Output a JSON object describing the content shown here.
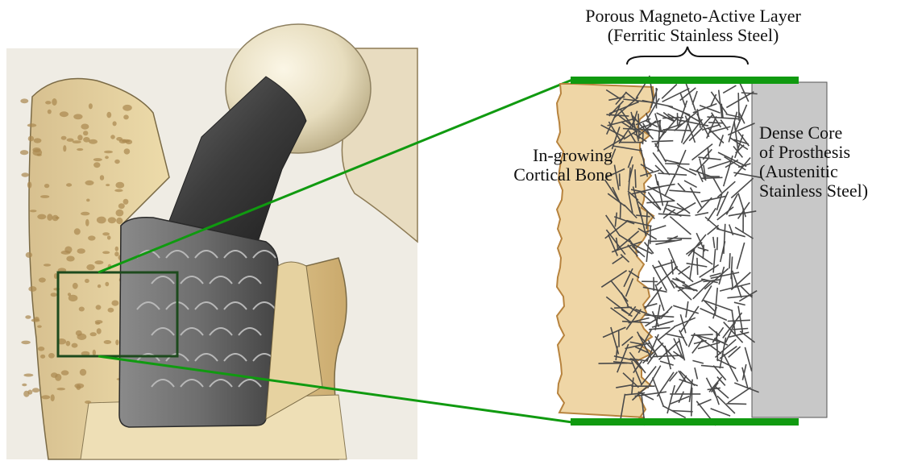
{
  "labels": {
    "porous_layer": [
      "Porous Magneto-Active Layer",
      "(Ferritic Stainless Steel)"
    ],
    "bone": [
      "In-growing",
      "Cortical Bone"
    ],
    "core": [
      "Dense Core",
      "of Prosthesis",
      "(Austenitic",
      "Stainless Steel)"
    ]
  },
  "colors": {
    "connector_green": "#109a10",
    "inset_box": "#1d4a1d",
    "bone_tan": "#efd6a6",
    "bone_edge": "#b7833e",
    "core_gray": "#c8c8c8",
    "fiber": "#4a4a4a",
    "implant": "#555555",
    "background": "#ffffff"
  }
}
